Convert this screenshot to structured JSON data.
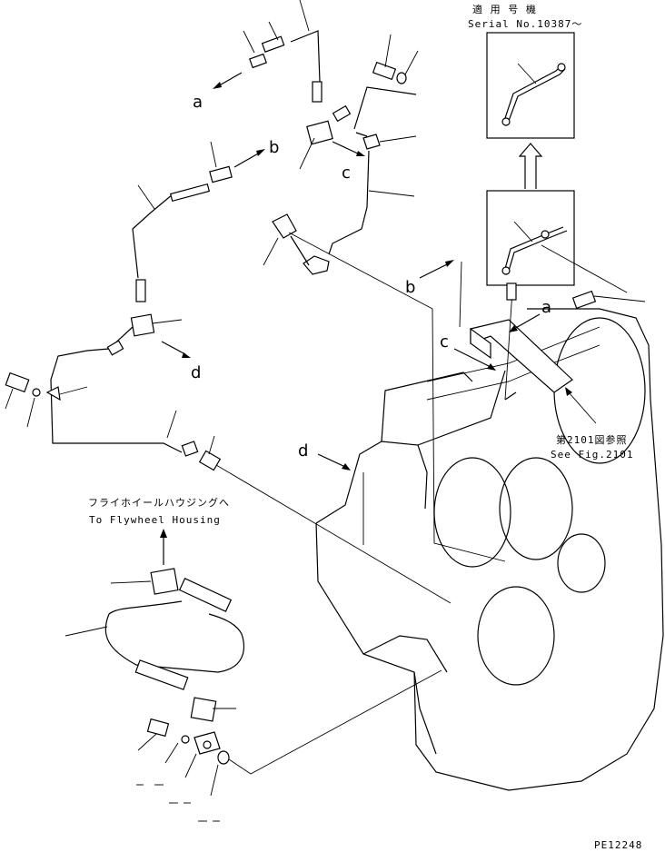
{
  "labels": {
    "serial_jp": "適 用 号 機",
    "serial_en": "Serial No.10387〜",
    "fig_jp": "第2101図参照",
    "fig_en": "See Fig.2101",
    "flywheel_jp": "フライホイールハウジングへ",
    "flywheel_en": "To Flywheel Housing",
    "doc_id": "PE12248"
  },
  "callouts": {
    "a_upper": "a",
    "b_upper": "b",
    "c_upper": "c",
    "d_upper": "d",
    "a_lower": "a",
    "b_lower": "b",
    "c_lower": "c",
    "d_lower": "d"
  }
}
